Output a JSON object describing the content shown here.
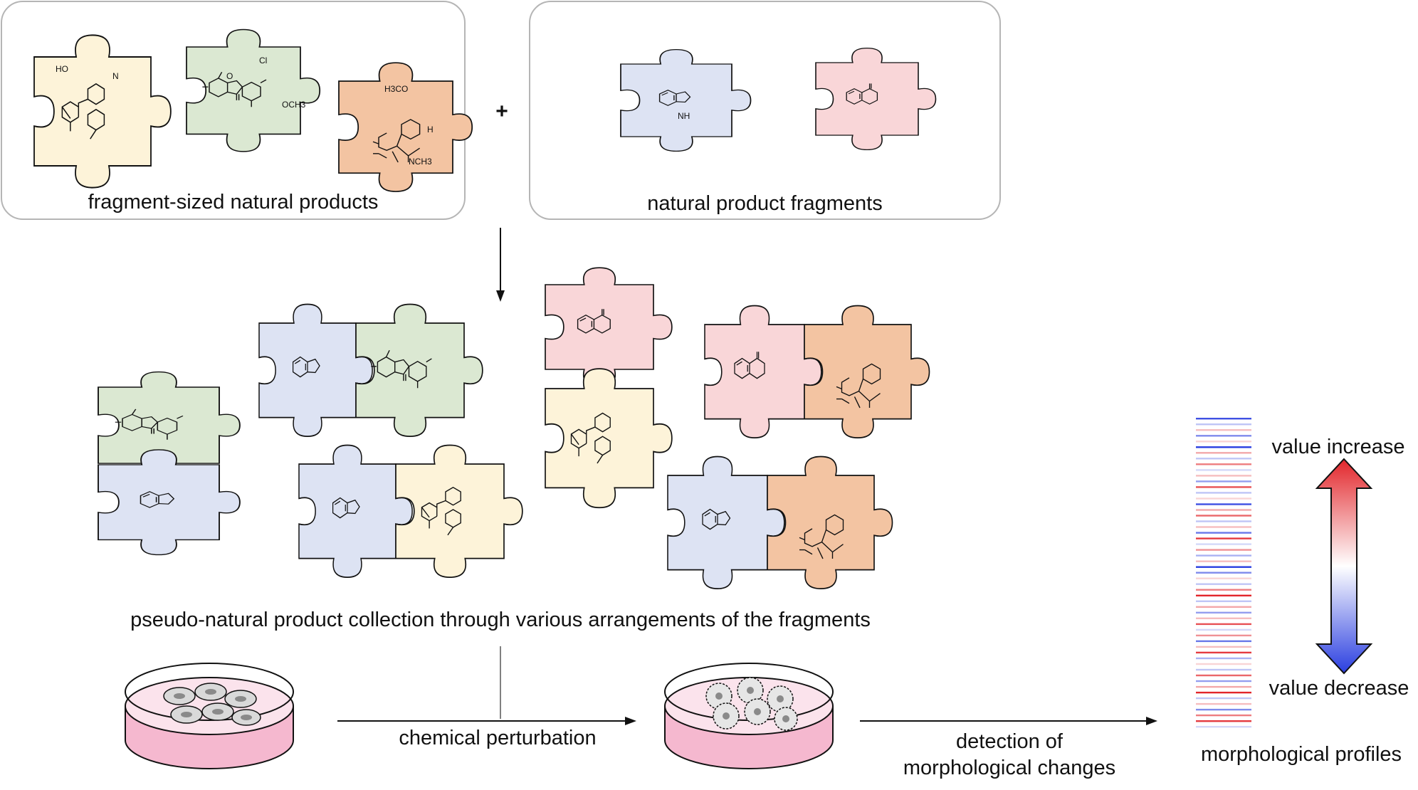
{
  "top_left": {
    "caption": "fragment-sized natural products"
  },
  "top_right": {
    "caption": "natural product fragments"
  },
  "plus": "+",
  "collection": {
    "caption": "pseudo-natural product collection through various arrangements of the fragments"
  },
  "workflow": {
    "perturbation": "chemical perturbation",
    "detection_line1": "detection of",
    "detection_line2": "morphological changes",
    "profiles": "morphological profiles"
  },
  "scale": {
    "increase": "value increase",
    "decrease": "value decrease"
  },
  "atom_labels": {
    "ho": "HO",
    "n": "N",
    "nh": "NH",
    "h": "H",
    "o": "O",
    "cl": "Cl",
    "och3": "OCH3",
    "h3co": "H3CO",
    "nch3": "NCH3"
  },
  "colors": {
    "yellow_piece": "#fdf3d9",
    "green_piece": "#dbe8d2",
    "orange_piece": "#f3c4a2",
    "blue_piece": "#dde3f3",
    "pink_piece": "#f9d6d8",
    "dish_fill": "#f5b8cf",
    "increase": "#e2262b",
    "decrease": "#2a3ee0"
  },
  "stripes": [
    {
      "c": "b",
      "a": 0.9
    },
    {
      "c": "b",
      "a": 0.3
    },
    {
      "c": "r",
      "a": 0.3
    },
    {
      "c": "b",
      "a": 0.6
    },
    {
      "c": "r",
      "a": 0.2
    },
    {
      "c": "b",
      "a": 1.0
    },
    {
      "c": "r",
      "a": 0.4
    },
    {
      "c": "b",
      "a": 0.3
    },
    {
      "c": "r",
      "a": 0.6
    },
    {
      "c": "b",
      "a": 0.2
    },
    {
      "c": "r",
      "a": 0.3
    },
    {
      "c": "b",
      "a": 0.5
    },
    {
      "c": "r",
      "a": 0.8
    },
    {
      "c": "b",
      "a": 0.3
    },
    {
      "c": "r",
      "a": 0.2
    },
    {
      "c": "b",
      "a": 0.9
    },
    {
      "c": "r",
      "a": 0.4
    },
    {
      "c": "r",
      "a": 0.7
    },
    {
      "c": "b",
      "a": 0.3
    },
    {
      "c": "r",
      "a": 0.3
    },
    {
      "c": "b",
      "a": 0.7
    },
    {
      "c": "r",
      "a": 0.9
    },
    {
      "c": "b",
      "a": 0.2
    },
    {
      "c": "r",
      "a": 0.5
    },
    {
      "c": "b",
      "a": 0.4
    },
    {
      "c": "r",
      "a": 0.3
    },
    {
      "c": "b",
      "a": 1.0
    },
    {
      "c": "b",
      "a": 0.6
    },
    {
      "c": "r",
      "a": 0.2
    },
    {
      "c": "b",
      "a": 0.3
    },
    {
      "c": "r",
      "a": 0.6
    },
    {
      "c": "r",
      "a": 1.0
    },
    {
      "c": "b",
      "a": 0.3
    },
    {
      "c": "r",
      "a": 0.4
    },
    {
      "c": "b",
      "a": 0.5
    },
    {
      "c": "r",
      "a": 0.3
    },
    {
      "c": "r",
      "a": 0.8
    },
    {
      "c": "b",
      "a": 0.2
    },
    {
      "c": "r",
      "a": 0.5
    },
    {
      "c": "b",
      "a": 0.7
    },
    {
      "c": "r",
      "a": 0.3
    },
    {
      "c": "r",
      "a": 0.9
    },
    {
      "c": "b",
      "a": 0.4
    },
    {
      "c": "r",
      "a": 0.2
    },
    {
      "c": "b",
      "a": 0.3
    },
    {
      "c": "r",
      "a": 0.7
    },
    {
      "c": "b",
      "a": 0.5
    },
    {
      "c": "r",
      "a": 0.4
    },
    {
      "c": "r",
      "a": 1.0
    },
    {
      "c": "b",
      "a": 0.3
    },
    {
      "c": "r",
      "a": 0.3
    },
    {
      "c": "b",
      "a": 0.6
    },
    {
      "c": "r",
      "a": 0.6
    },
    {
      "c": "r",
      "a": 0.9
    },
    {
      "c": "b",
      "a": 0.2
    }
  ]
}
